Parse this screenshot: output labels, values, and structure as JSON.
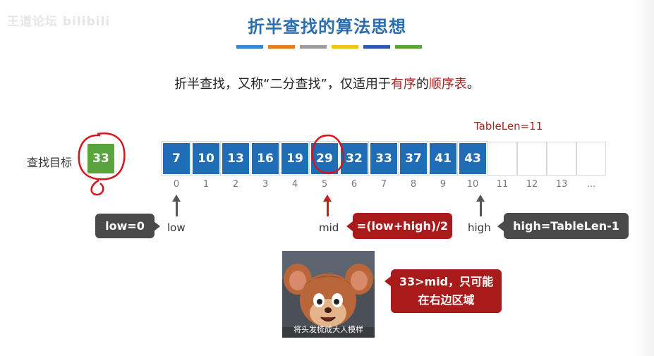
{
  "watermark": "王道论坛 bilibili",
  "title": "折半查找的算法思想",
  "title_bar_colors": [
    "#3a86c8",
    "#e67e22",
    "#9e9e9e",
    "#f1c40f",
    "#2f5aa8",
    "#5aa43f"
  ],
  "subtitle": {
    "part1": "折半查找，又称“二分查找”，仅适用于",
    "highlight1": "有序",
    "part2": "的",
    "highlight2": "顺序表",
    "part3": "。"
  },
  "table_len_label": "TableLen=11",
  "target": {
    "label": "查找目标",
    "value": "33"
  },
  "array": {
    "values": [
      "7",
      "10",
      "13",
      "16",
      "19",
      "29",
      "32",
      "33",
      "37",
      "41",
      "43",
      "",
      "",
      "",
      ""
    ],
    "indices": [
      "0",
      "1",
      "2",
      "3",
      "4",
      "5",
      "6",
      "7",
      "8",
      "9",
      "10",
      "11",
      "12",
      "13",
      "..."
    ]
  },
  "pointers": {
    "low": {
      "label": "low",
      "callout": "low=0"
    },
    "mid": {
      "label": "mid",
      "callout": "=(low+high)/2"
    },
    "high": {
      "label": "high",
      "callout": "high=TableLen-1"
    }
  },
  "meme_caption": "将头发梳成大人模样",
  "note": {
    "line1": "33>mid，只可能",
    "line2": "在右边区域"
  },
  "colors": {
    "cell_blue": "#1f6db4",
    "target_green": "#5aa43f",
    "accent_red": "#a91b1b",
    "title_blue": "#2a6eb0",
    "callout_gray": "#4a4a4a"
  }
}
